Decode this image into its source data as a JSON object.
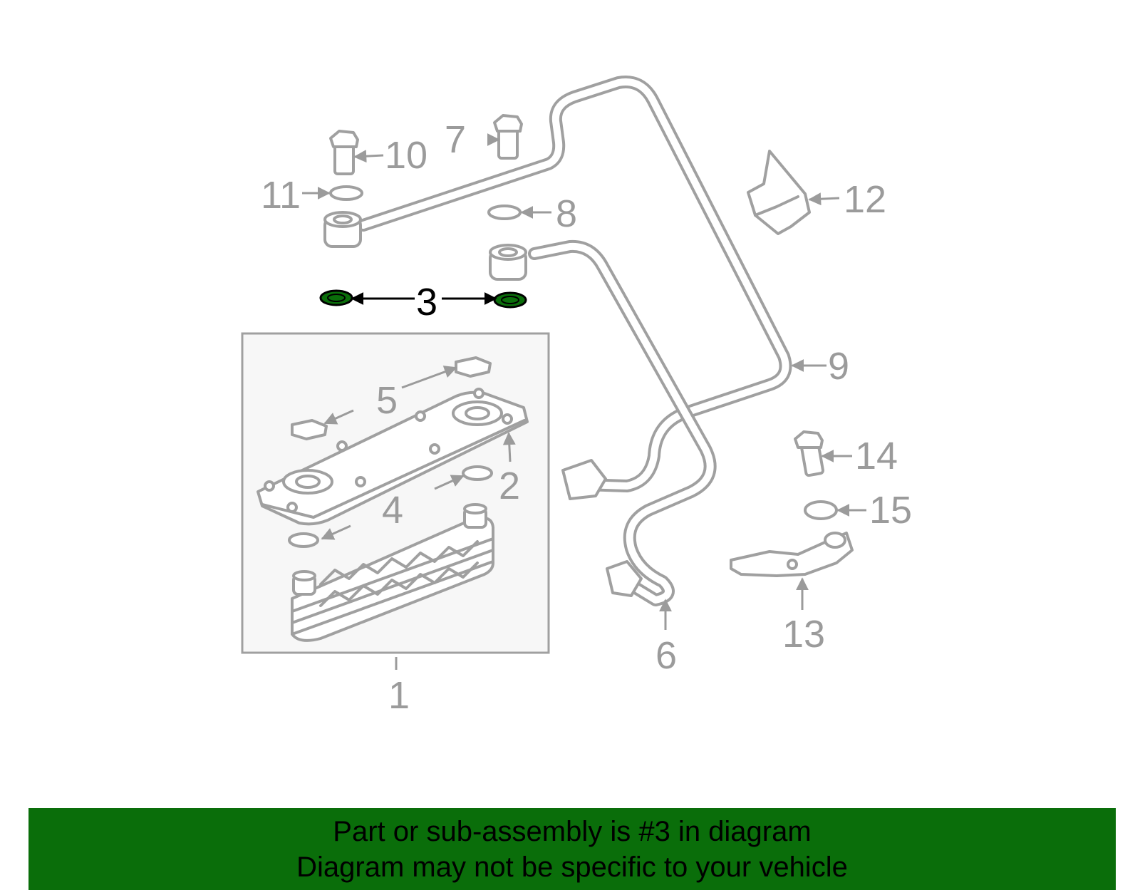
{
  "callouts": {
    "c1": "1",
    "c2": "2",
    "c3": "3",
    "c4": "4",
    "c5": "5",
    "c6": "6",
    "c7": "7",
    "c8": "8",
    "c9": "9",
    "c10": "10",
    "c11": "11",
    "c12": "12",
    "c13": "13",
    "c14": "14",
    "c15": "15"
  },
  "banner": {
    "line1": "Part or sub-assembly is #3 in diagram",
    "line2": "Diagram may not be specific to your vehicle"
  },
  "colors": {
    "highlight": "#0a6e0a",
    "part_stroke": "#a0a0a0",
    "label": "#9b9b9b",
    "box_fill": "#f7f7f7"
  }
}
